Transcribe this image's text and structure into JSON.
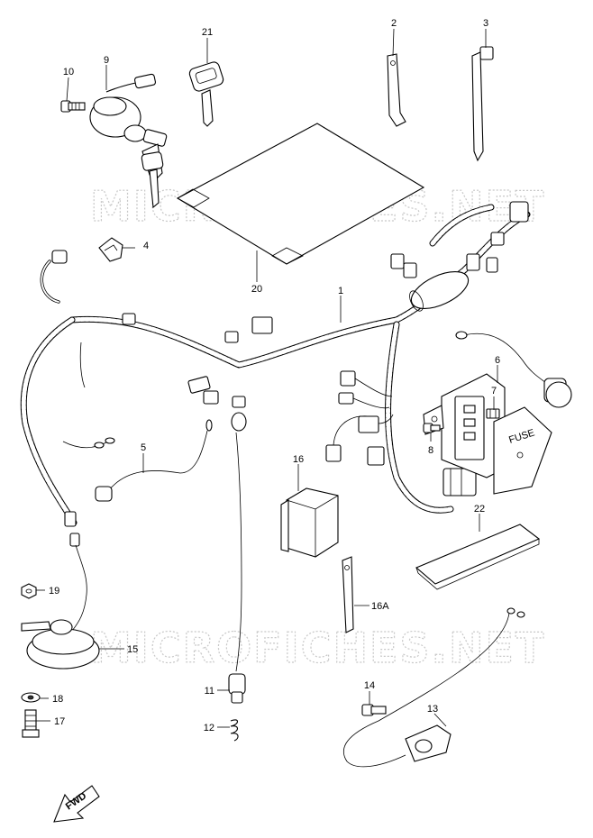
{
  "watermark": "MICROFICHES.NET",
  "fwd_label": "FWD",
  "fuse_label": "FUSE",
  "callouts": [
    "1",
    "2",
    "3",
    "4",
    "5",
    "6",
    "7",
    "8",
    "9",
    "10",
    "11",
    "12",
    "13",
    "14",
    "15",
    "16",
    "16A",
    "17",
    "18",
    "19",
    "20",
    "21",
    "22"
  ]
}
